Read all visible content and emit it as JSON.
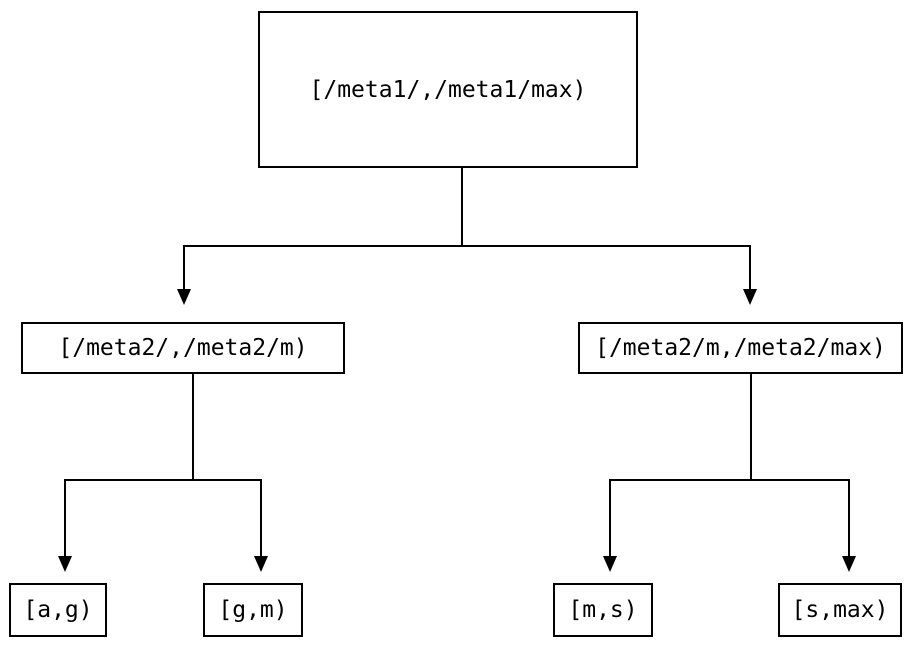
{
  "diagram": {
    "title": "interval-partition-tree",
    "background_color": "#ffffff",
    "stroke_color": "#000000",
    "text_color": "#000000",
    "levels": 3,
    "nodes": {
      "root": {
        "label": "[/meta1/,/meta1/max)"
      },
      "mid_left": {
        "label": "[/meta2/,/meta2/m)"
      },
      "mid_right": {
        "label": "[/meta2/m,/meta2/max)"
      },
      "leaf_1": {
        "label": "[a,g)"
      },
      "leaf_2": {
        "label": "[g,m)"
      },
      "leaf_3": {
        "label": "[m,s)"
      },
      "leaf_4": {
        "label": "[s,max)"
      }
    },
    "edges": [
      {
        "from": "root",
        "to": "mid_left",
        "arrowhead": "down-triangle"
      },
      {
        "from": "root",
        "to": "mid_right",
        "arrowhead": "down-triangle"
      },
      {
        "from": "mid_left",
        "to": "leaf_1",
        "arrowhead": "down-triangle"
      },
      {
        "from": "mid_left",
        "to": "leaf_2",
        "arrowhead": "down-triangle"
      },
      {
        "from": "mid_right",
        "to": "leaf_3",
        "arrowhead": "down-triangle"
      },
      {
        "from": "mid_right",
        "to": "leaf_4",
        "arrowhead": "down-triangle"
      }
    ]
  }
}
